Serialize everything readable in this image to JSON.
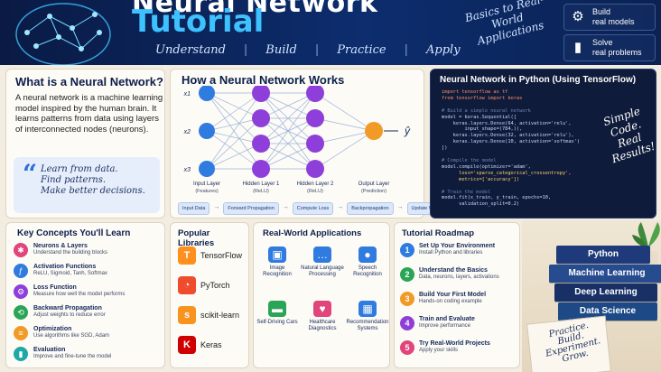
{
  "header": {
    "title_line1": "Neural Network",
    "title_line2": "Tutorial",
    "nav": [
      "Understand",
      "Build",
      "Practice",
      "Apply"
    ],
    "note": "Basics to Real-World Applications",
    "features": [
      {
        "icon": "gear-icon",
        "line1": "Build",
        "line2": "real models"
      },
      {
        "icon": "bar-chart-icon",
        "line1": "Solve",
        "line2": "real problems"
      }
    ]
  },
  "what": {
    "title": "What is a Neural Network?",
    "description": "A neural network is a machine learning model inspired by the human brain. It learns patterns from data using layers of interconnected nodes (neurons).",
    "quote": [
      "Learn from data.",
      "Find patterns.",
      "Make better decisions."
    ]
  },
  "how": {
    "title": "How a Neural Network Works",
    "inputs": [
      "x1",
      "x2",
      "x3"
    ],
    "output_symbol": "ŷ",
    "layers": [
      {
        "name": "Input Layer",
        "sub": "(Features)"
      },
      {
        "name": "Hidden Layer 1",
        "sub": "(ReLU)"
      },
      {
        "name": "Hidden Layer 2",
        "sub": "(ReLU)"
      },
      {
        "name": "Output Layer",
        "sub": "(Prediction)"
      }
    ],
    "flow": [
      "Input Data",
      "Forward Propagation",
      "Compute Loss",
      "Backpropagation",
      "Update Weights"
    ],
    "colors": {
      "input": "#2f7be0",
      "hidden": "#8e3fd9",
      "output": "#f29a26"
    }
  },
  "code": {
    "title": "Neural Network in Python (Using TensorFlow)",
    "lines": [
      {
        "t": "import tensorflow as tf",
        "k": "ln"
      },
      {
        "t": "from tensorflow import keras",
        "k": "ln"
      },
      {
        "t": "",
        "k": ""
      },
      {
        "t": "# Build a simple neural network",
        "k": "cm"
      },
      {
        "t": "model = keras.Sequential([",
        "k": ""
      },
      {
        "t": "    keras.layers.Dense(64, activation='relu',",
        "k": ""
      },
      {
        "t": "        input_shape=(784,)),",
        "k": ""
      },
      {
        "t": "    keras.layers.Dense(32, activation='relu'),",
        "k": ""
      },
      {
        "t": "    keras.layers.Dense(10, activation='softmax')",
        "k": ""
      },
      {
        "t": "])",
        "k": ""
      },
      {
        "t": "",
        "k": ""
      },
      {
        "t": "# Compile the model",
        "k": "cm"
      },
      {
        "t": "model.compile(optimizer='adam',",
        "k": ""
      },
      {
        "t": "      loss='sparse_categorical_crossentropy',",
        "k": "st"
      },
      {
        "t": "      metrics=['accuracy'])",
        "k": "st"
      },
      {
        "t": "",
        "k": ""
      },
      {
        "t": "# Train the model",
        "k": "cm"
      },
      {
        "t": "model.fit(x_train, y_train, epochs=10,",
        "k": ""
      },
      {
        "t": "      validation_split=0.2)",
        "k": ""
      }
    ],
    "note": "Simple Code. Real Results!"
  },
  "concepts": {
    "title": "Key Concepts You'll Learn",
    "items": [
      {
        "icon": "brain-icon",
        "color": "#e0457b",
        "title": "Neurons & Layers",
        "desc": "Understand the building blocks"
      },
      {
        "icon": "function-icon",
        "color": "#2f7be0",
        "title": "Activation Functions",
        "desc": "ReLU, Sigmoid, Tanh, Softmax"
      },
      {
        "icon": "loss-icon",
        "color": "#8e3fd9",
        "title": "Loss Function",
        "desc": "Measure how well the model performs"
      },
      {
        "icon": "backprop-icon",
        "color": "#2aa557",
        "title": "Backward Propagation",
        "desc": "Adjust weights to reduce error"
      },
      {
        "icon": "optimization-icon",
        "color": "#f29a26",
        "title": "Optimization",
        "desc": "Use algorithms like SGD, Adam"
      },
      {
        "icon": "evaluation-icon",
        "color": "#1fa8a8",
        "title": "Evaluation",
        "desc": "Improve and fine-tune the model"
      }
    ]
  },
  "libraries": {
    "title": "Popular Libraries",
    "items": [
      {
        "name": "TensorFlow",
        "glyph": "T",
        "color": "#ff8f1f"
      },
      {
        "name": "PyTorch",
        "glyph": "◔",
        "color": "#ee4c2c"
      },
      {
        "name": "scikit-learn",
        "glyph": "s",
        "color": "#f7931e"
      },
      {
        "name": "Keras",
        "glyph": "K",
        "color": "#d00000"
      }
    ]
  },
  "apps": {
    "title": "Real-World Applications",
    "items": [
      {
        "label": "Image Recognition",
        "icon": "image-icon",
        "color": "#2f7be0",
        "glyph": "▣"
      },
      {
        "label": "Natural Language Processing",
        "icon": "chat-icon",
        "color": "#2f7be0",
        "glyph": "…"
      },
      {
        "label": "Speech Recognition",
        "icon": "microphone-icon",
        "color": "#2f7be0",
        "glyph": "●"
      },
      {
        "label": "Self-Driving Cars",
        "icon": "car-icon",
        "color": "#2aa557",
        "glyph": "▬"
      },
      {
        "label": "Healthcare Diagnostics",
        "icon": "heart-icon",
        "color": "#e0457b",
        "glyph": "♥"
      },
      {
        "label": "Recommendation Systems",
        "icon": "cart-icon",
        "color": "#2f7be0",
        "glyph": "▦"
      }
    ]
  },
  "roadmap": {
    "title": "Tutorial Roadmap",
    "steps": [
      {
        "n": "1",
        "color": "#2f7be0",
        "title": "Set Up Your Environment",
        "desc": "Install Python and libraries"
      },
      {
        "n": "2",
        "color": "#2aa557",
        "title": "Understand the Basics",
        "desc": "Data, neurons, layers, activations"
      },
      {
        "n": "3",
        "color": "#f29a26",
        "title": "Build Your First Model",
        "desc": "Hands-on coding example"
      },
      {
        "n": "4",
        "color": "#8e3fd9",
        "title": "Train and Evaluate",
        "desc": "Improve performance"
      },
      {
        "n": "5",
        "color": "#e0457b",
        "title": "Try Real-World Projects",
        "desc": "Apply your skills"
      }
    ]
  },
  "desk": {
    "books": [
      {
        "label": "Python",
        "color": "#1f3a7a"
      },
      {
        "label": "Machine Learning",
        "color": "#274b8f"
      },
      {
        "label": "Deep Learning",
        "color": "#183066"
      },
      {
        "label": "Data Science",
        "color": "#1d4a86"
      }
    ],
    "notepad": "Practice. Build. Experiment. Grow."
  }
}
